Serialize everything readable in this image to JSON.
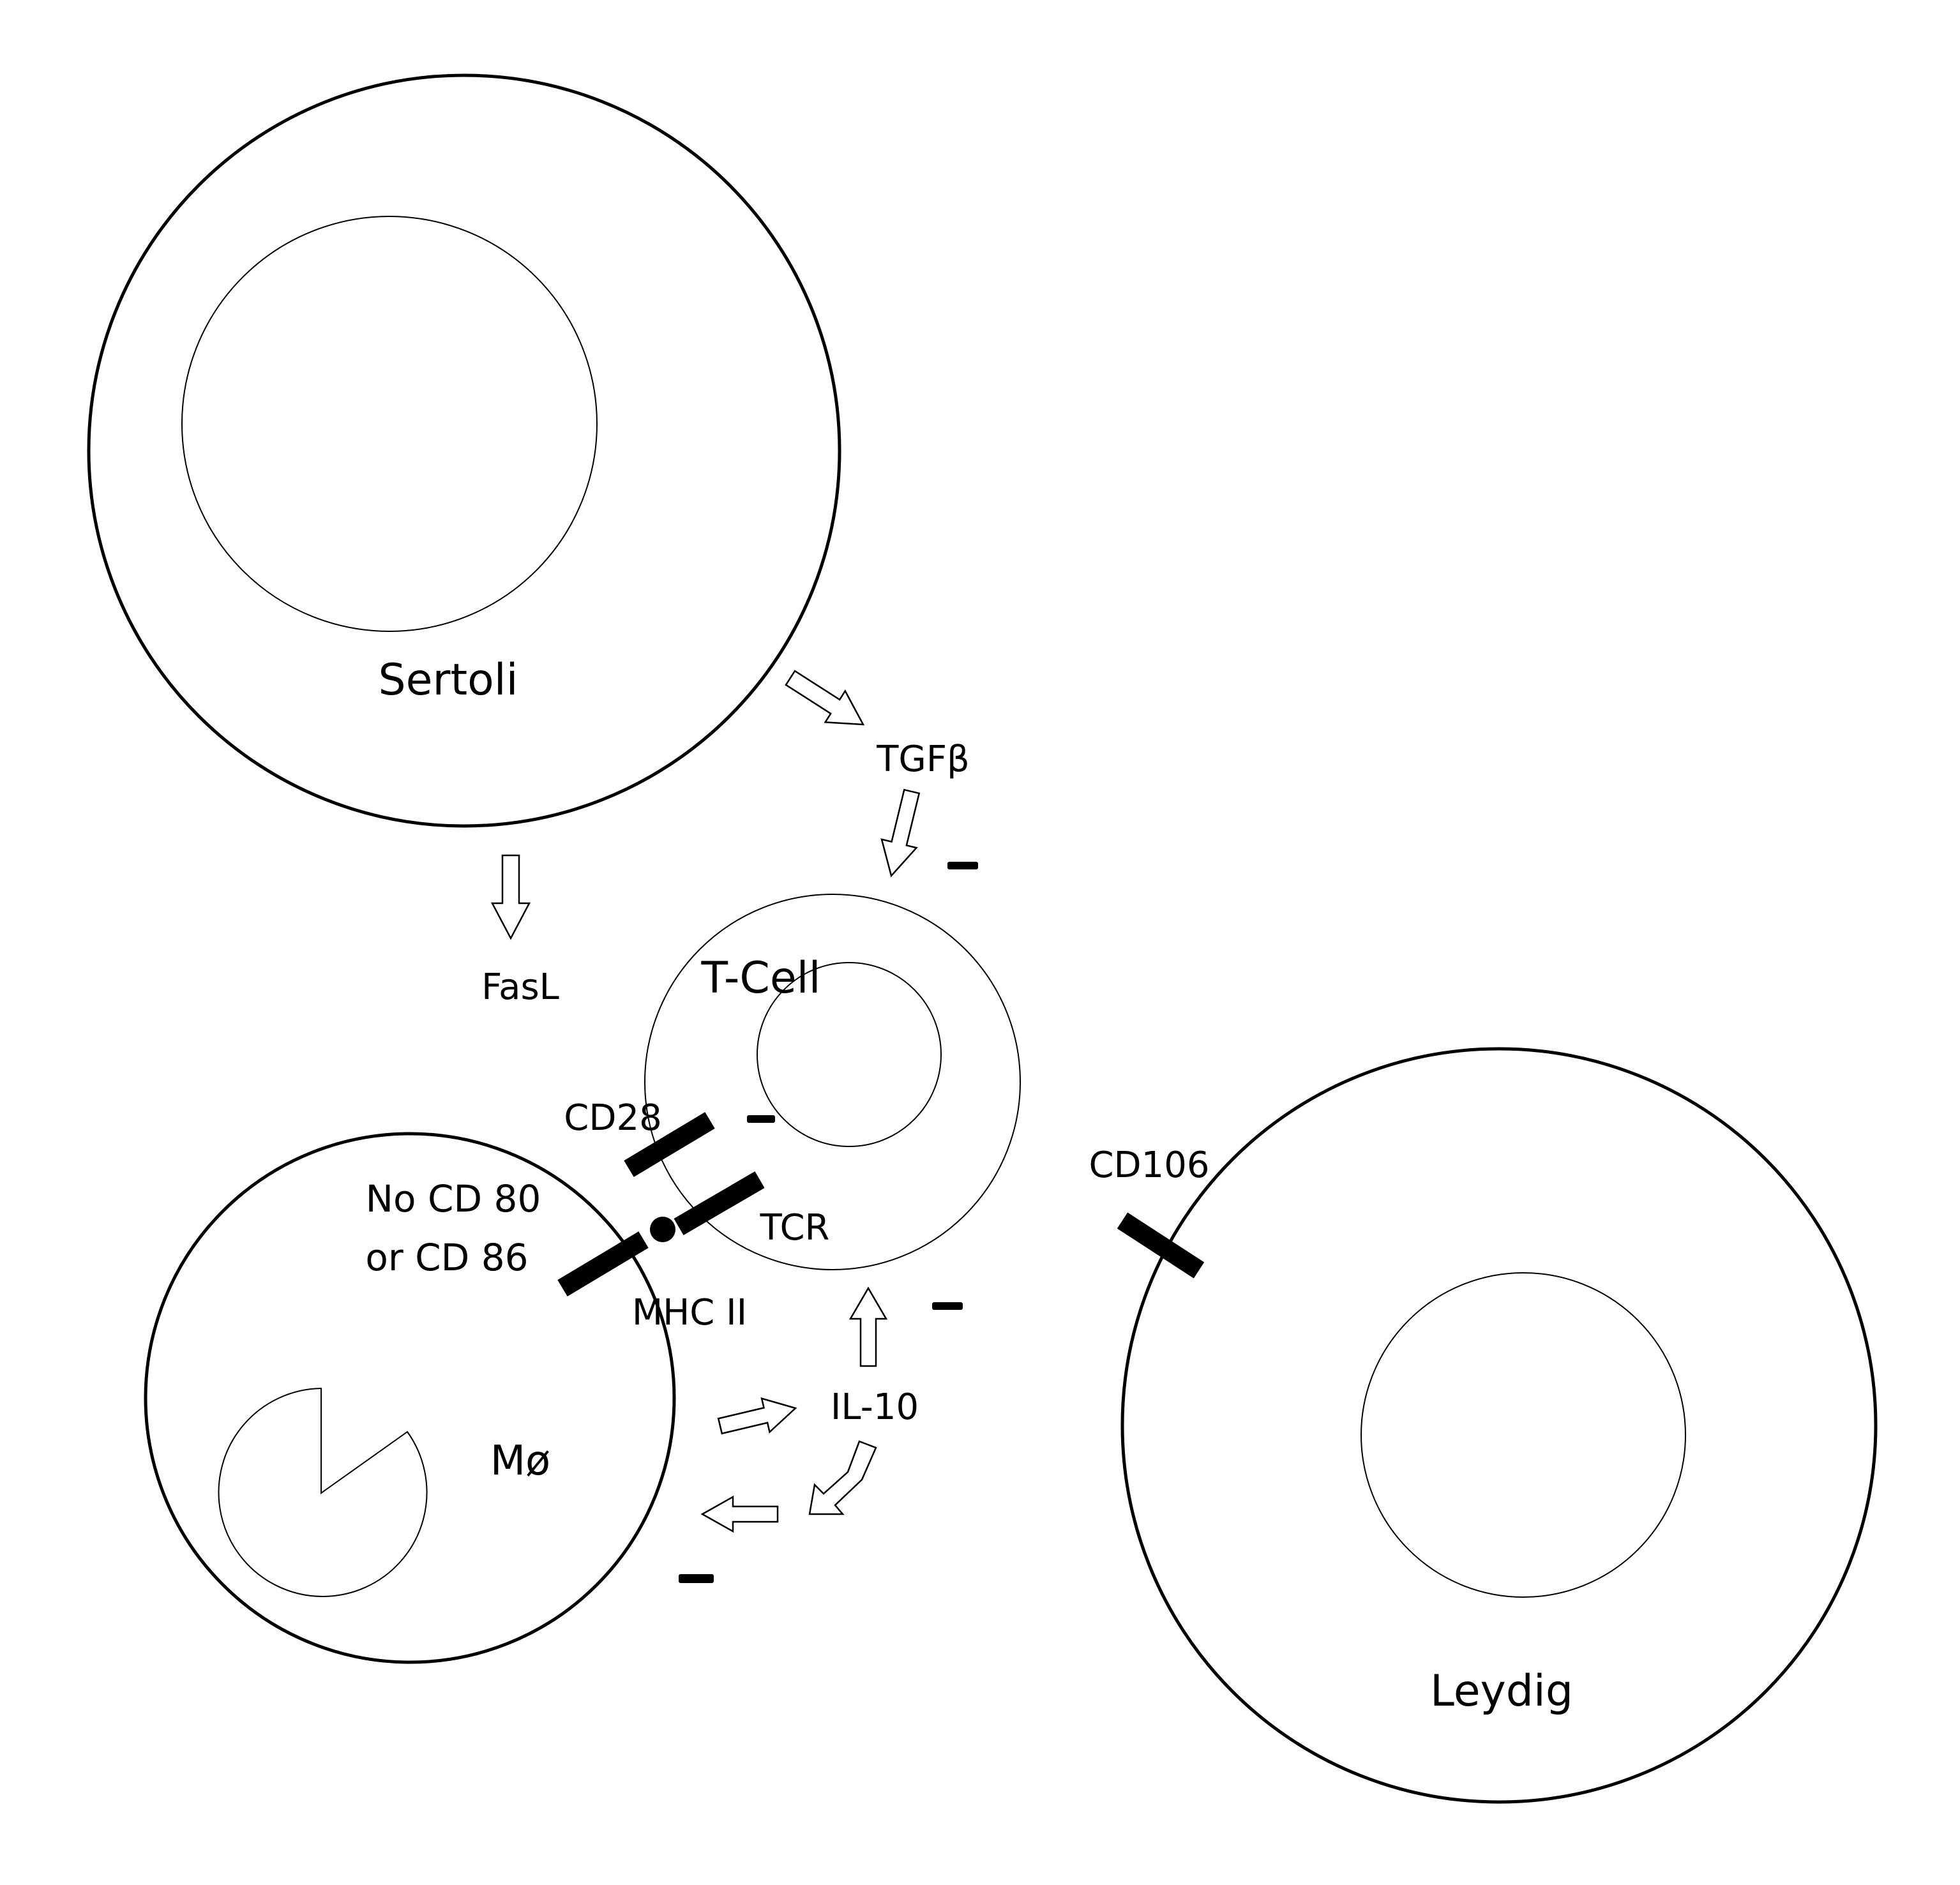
{
  "cells": {
    "sertoli": "Sertoli",
    "t_cell": "T-Cell",
    "macrophage": "Mø",
    "leydig": "Leydig"
  },
  "molecules": {
    "tgf_beta": "TGFβ",
    "fasl": "FasL",
    "il10": "IL-10",
    "cd28": "CD28",
    "tcr": "TCR",
    "mhc2": "MHC II",
    "cd106": "CD106",
    "no_cd80_line1": "No CD 80",
    "no_cd80_line2": "or CD 86"
  },
  "inhibition_symbol": "−"
}
